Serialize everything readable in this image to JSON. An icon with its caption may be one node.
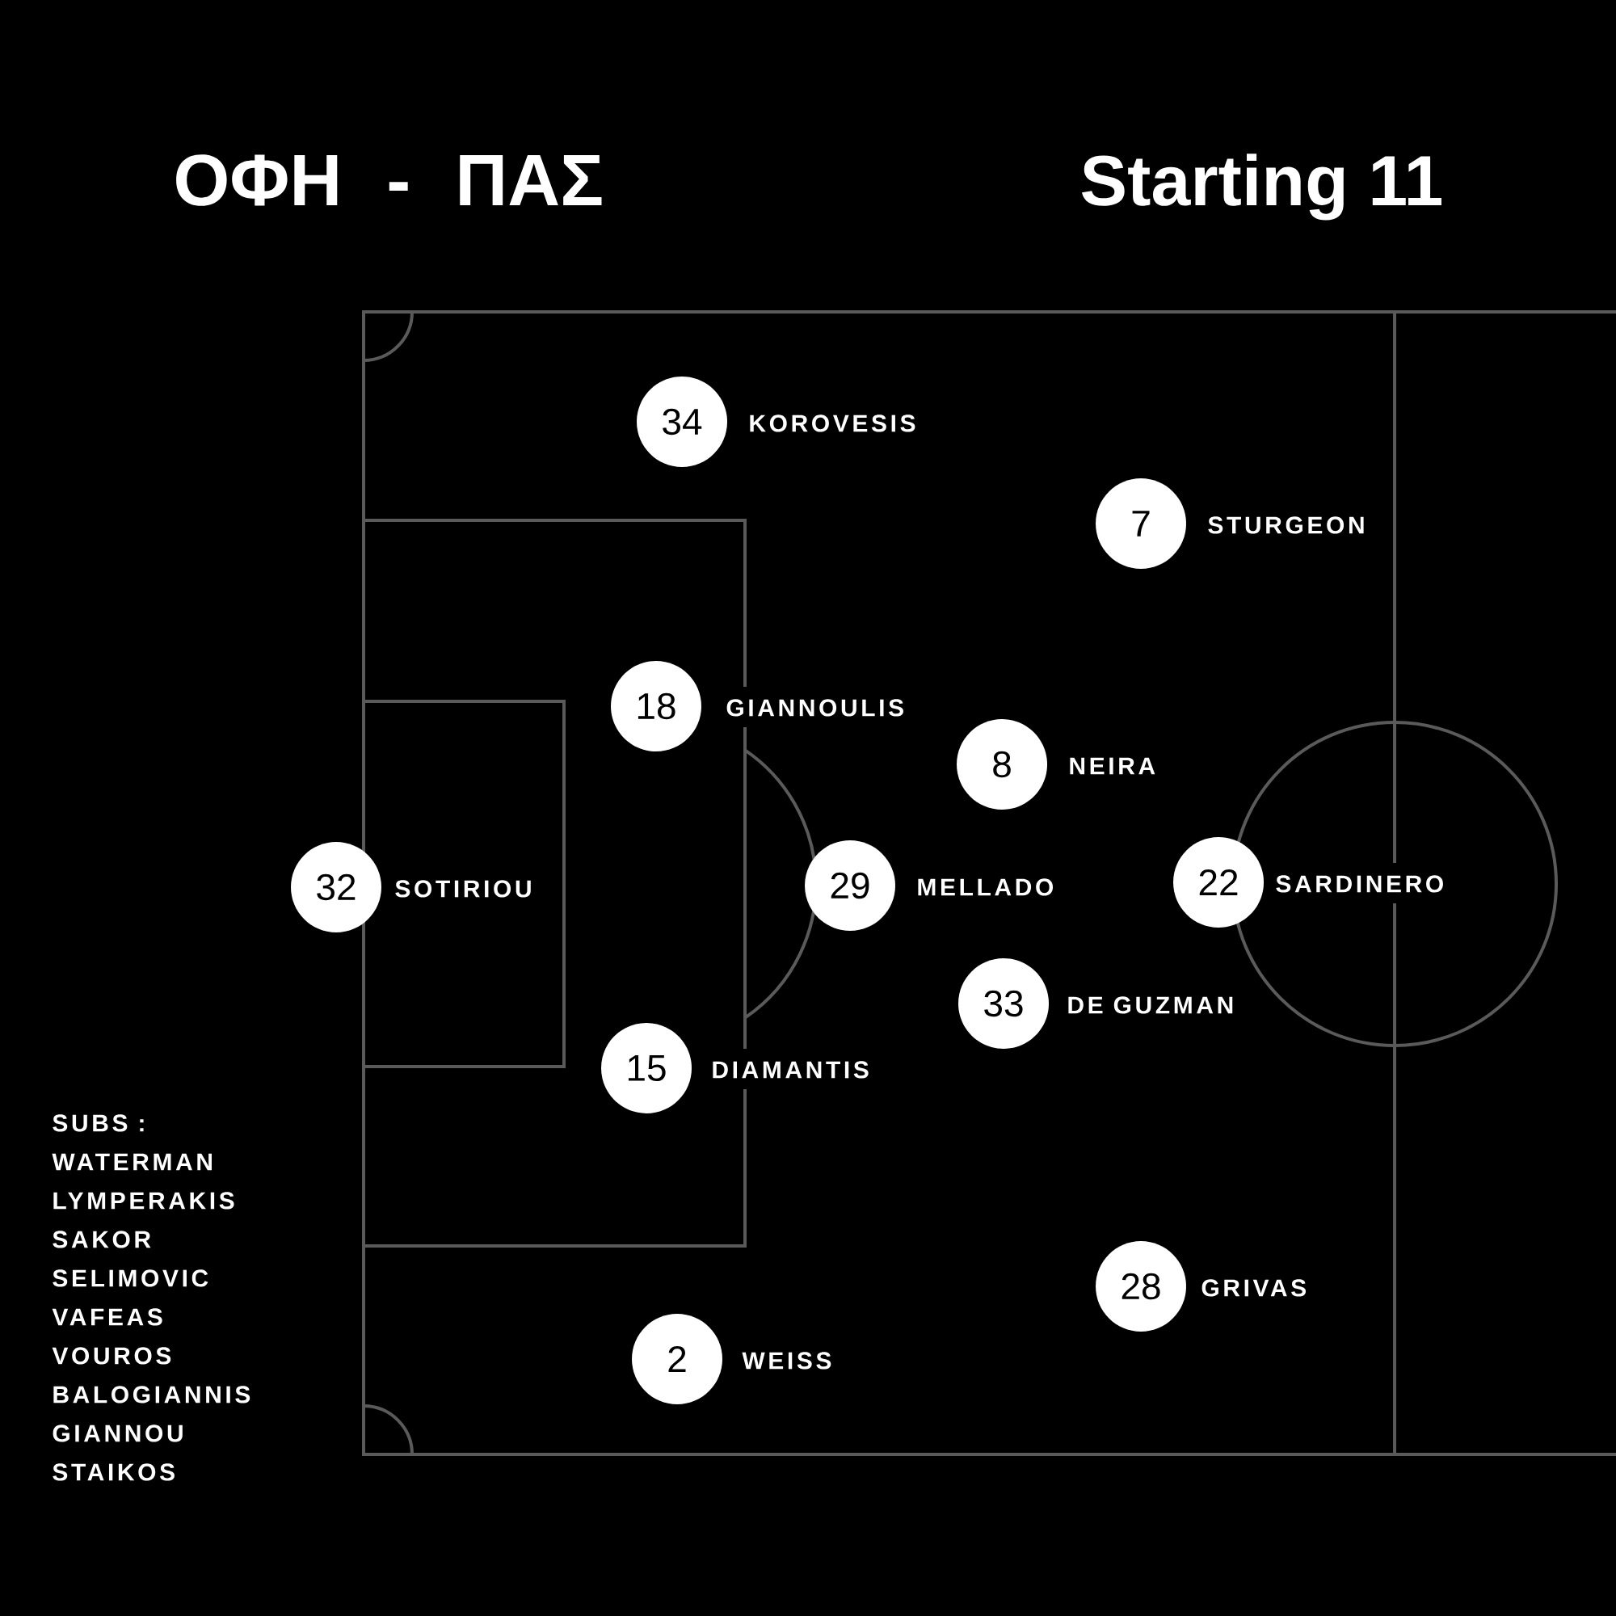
{
  "diagram": {
    "title": "ΟΦΗ - ΠΑΣ",
    "nodes": [
      {
        "text": [
          "34"
        ],
        "beside": [
          "KOROVESIS"
        ]
      },
      {
        "text": [
          "7"
        ],
        "beside": [
          "STURGEON"
        ]
      },
      {
        "text": [
          "18"
        ],
        "beside": [
          "GIANNOULIS"
        ]
      },
      {
        "text": [
          "8"
        ],
        "beside": [
          "NEIRA"
        ]
      },
      {
        "text": [
          "32"
        ],
        "beside": [
          "SOTIRIOU"
        ]
      },
      {
        "text": [
          "29"
        ],
        "beside": [
          "MELLADO"
        ]
      },
      {
        "text": [
          "22"
        ],
        "beside": [
          "SARDINERO"
        ]
      },
      {
        "text": [
          "33"
        ],
        "beside": [
          "DE GUZMAN"
        ]
      },
      {
        "text": [
          "15"
        ],
        "beside": [
          "DIAMANTIS"
        ]
      },
      {
        "text": [
          "28"
        ],
        "beside": [
          "GRIVAS"
        ]
      },
      {
        "text": [
          "2"
        ],
        "beside": [
          "WEISS"
        ]
      }
    ],
    "labels": [
      "Starting 11",
      "SUBS :",
      "WATERMAN",
      "LYMPERAKIS",
      "SAKOR",
      "SELIMOVIC",
      "VAFEAS",
      "VOUROS",
      "BALOGIANNIS",
      "GIANNOU",
      "STAIKOS"
    ]
  }
}
